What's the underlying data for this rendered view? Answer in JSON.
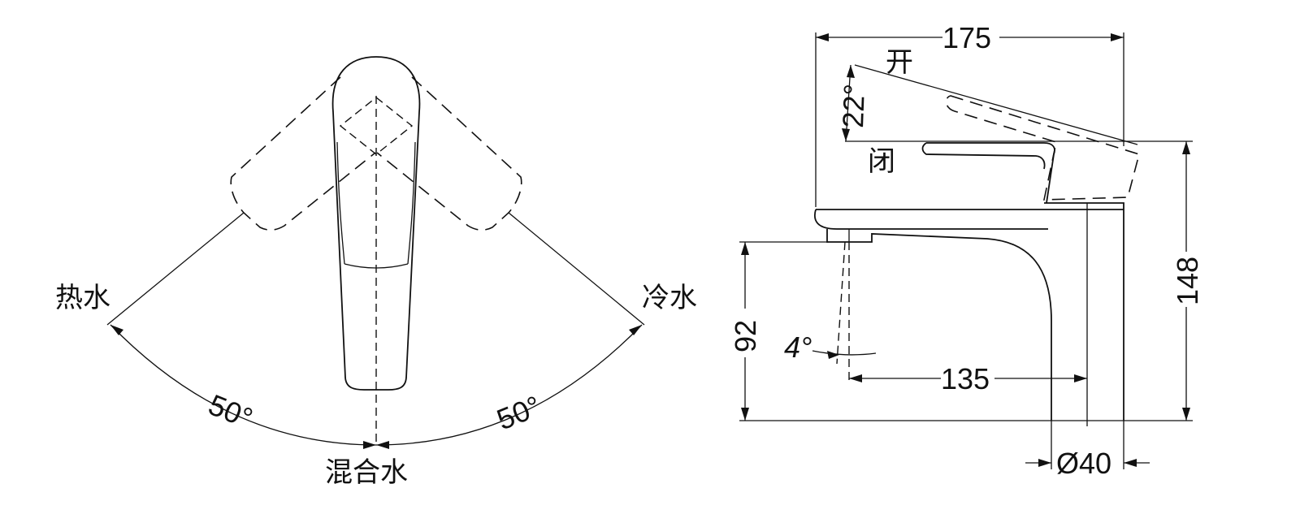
{
  "top_view": {
    "hot_label": "热水",
    "cold_label": "冷水",
    "mixed_label": "混合水",
    "angle_left": "50°",
    "angle_right": "50°"
  },
  "side_view": {
    "open_label": "开",
    "closed_label": "闭",
    "dim_total_length": "175",
    "dim_handle_angle": "22°",
    "dim_spout_angle": "4°",
    "dim_spout_reach": "135",
    "dim_spout_height": "92",
    "dim_total_height": "148",
    "dim_base_diameter": "Ø40"
  },
  "colors": {
    "line": "#111111",
    "background": "#ffffff"
  }
}
